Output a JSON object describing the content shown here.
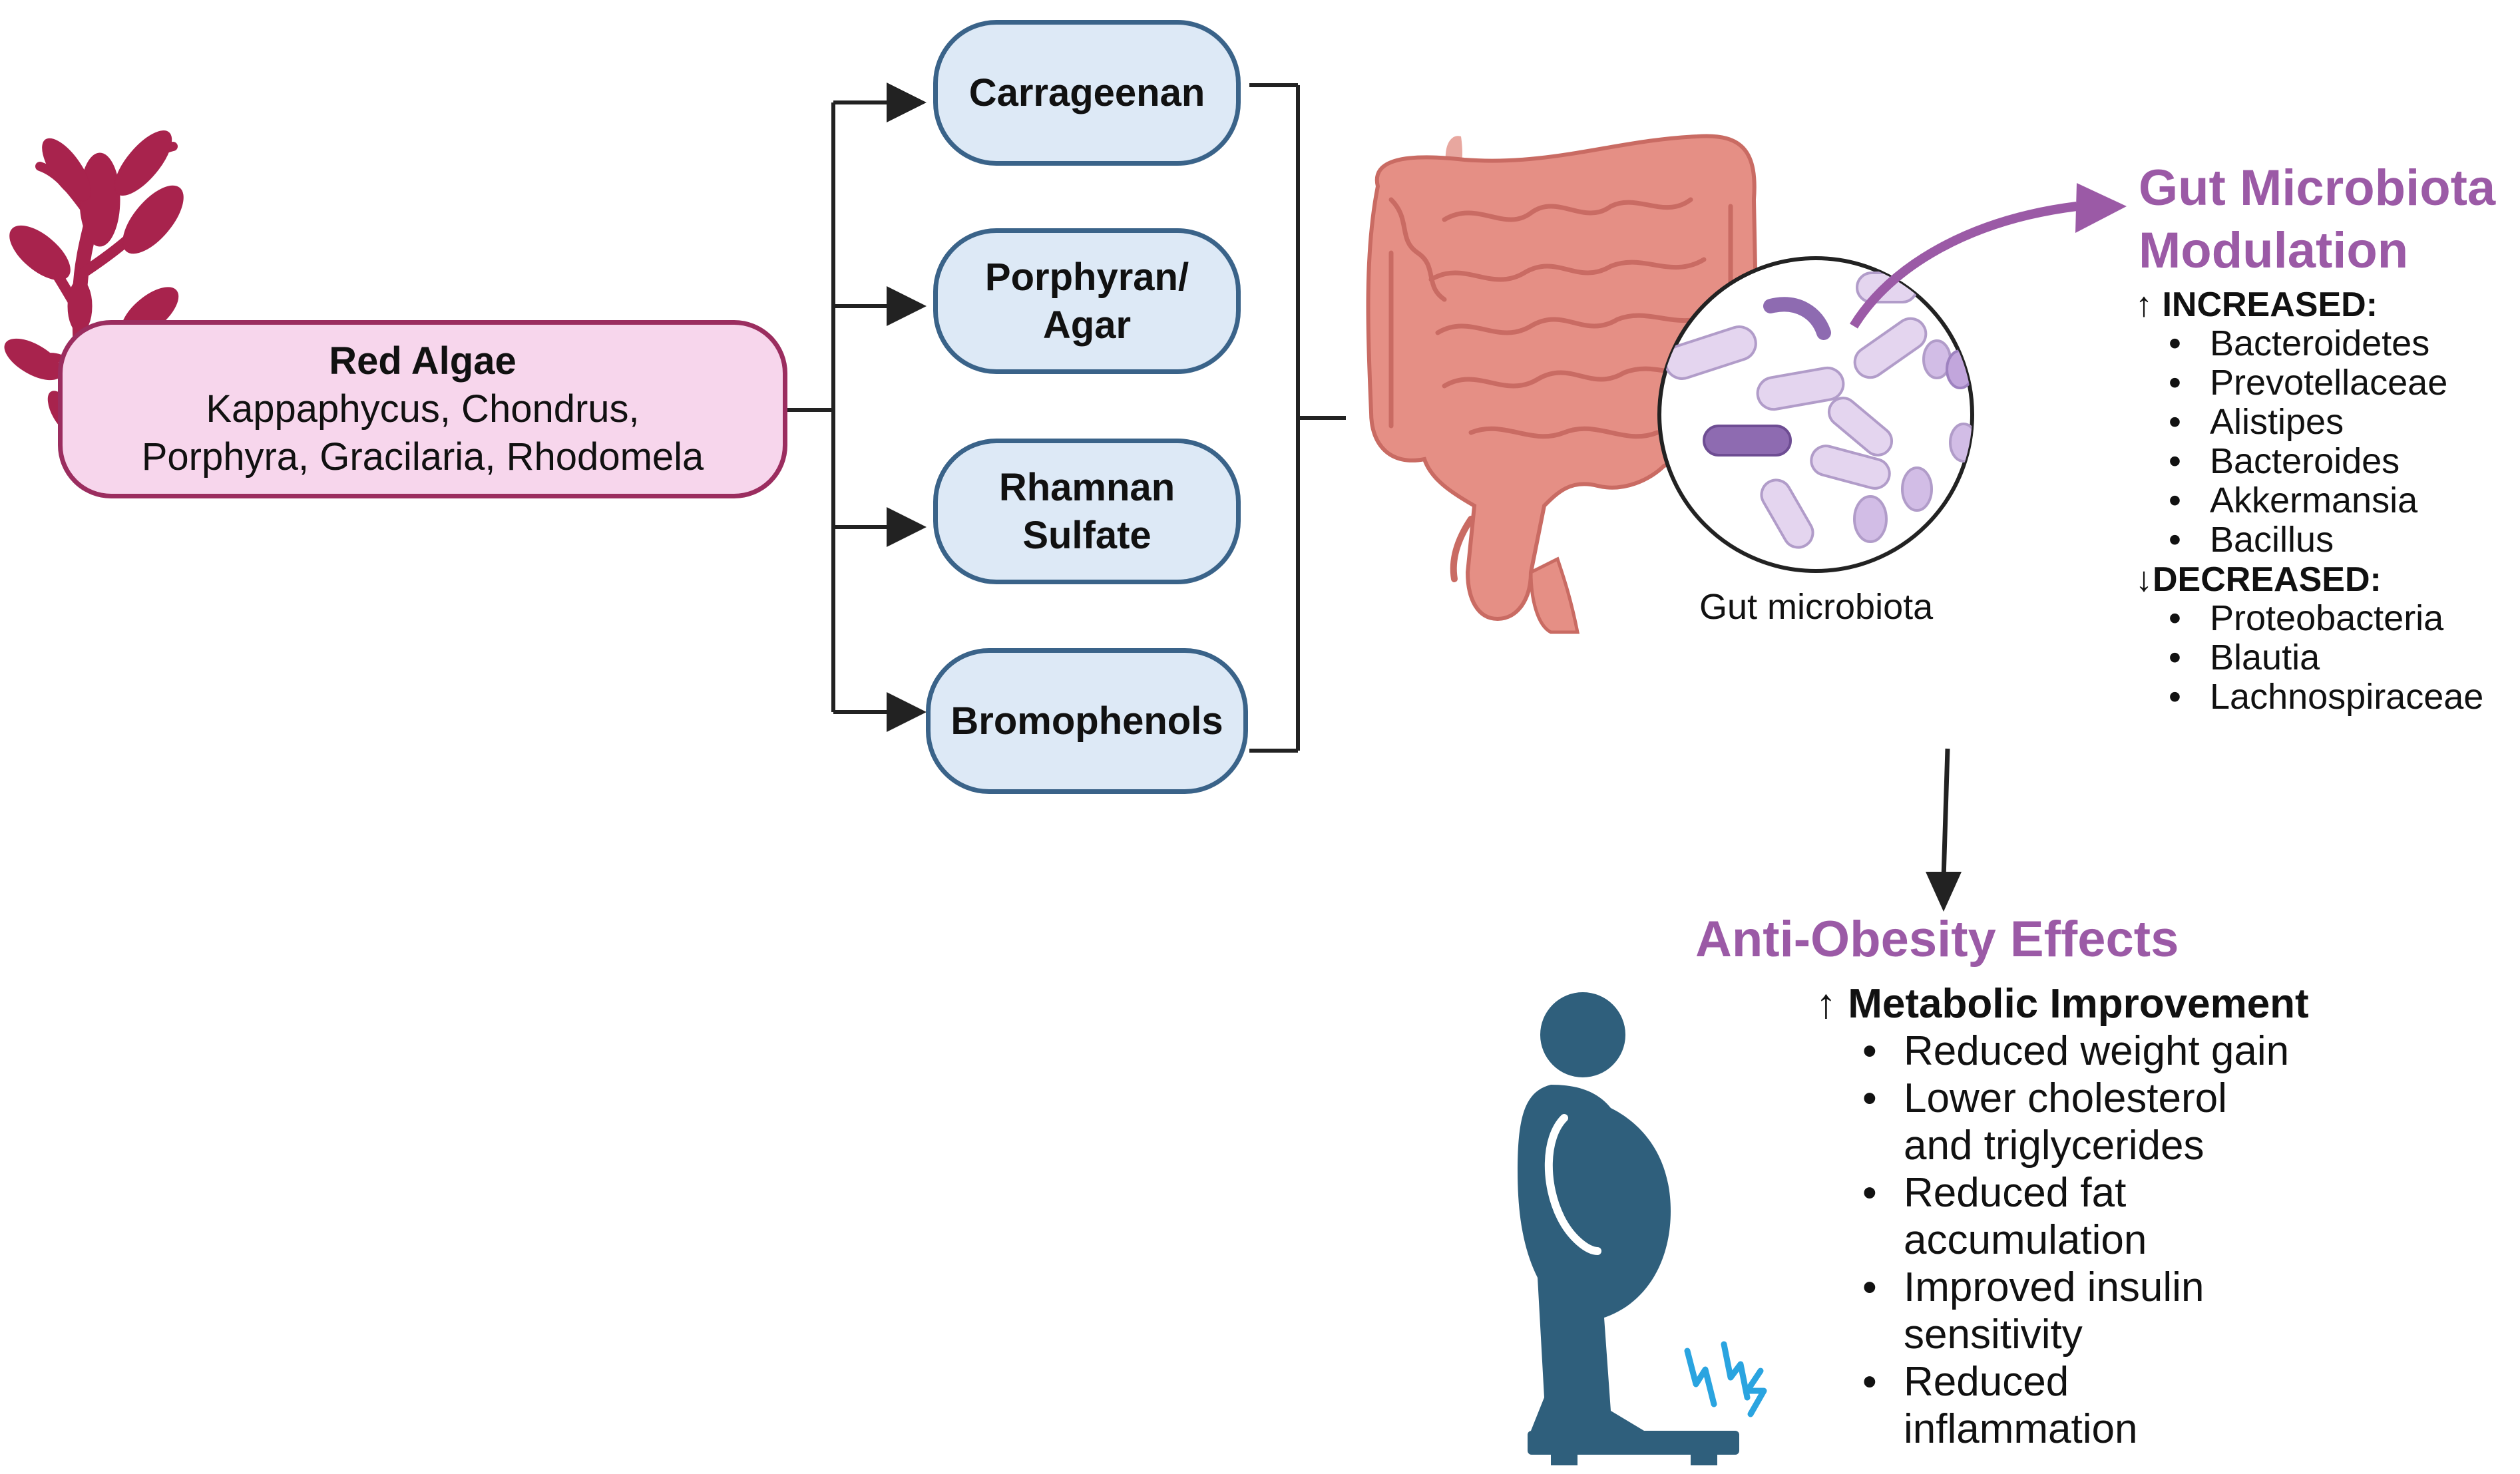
{
  "red_algae": {
    "title": "Red Algae",
    "line1": "Kappaphycus, Chondrus,",
    "line2": "Porphyra, Gracilaria, Rhodomela"
  },
  "polysaccharides": [
    {
      "line1": "Carrageenan",
      "line2": ""
    },
    {
      "line1": "Porphyran/",
      "line2": "Agar"
    },
    {
      "line1": "Rhamnan",
      "line2": "Sulfate"
    },
    {
      "line1": "Bromophenols",
      "line2": ""
    }
  ],
  "gut": {
    "caption": "Gut microbiota"
  },
  "modulation": {
    "title_line1": "Gut Microbiota",
    "title_line2": "Modulation",
    "increased_label": "↑ INCREASED:",
    "increased": [
      "Bacteroidetes",
      "Prevotellaceae",
      "Alistipes",
      "Bacteroides",
      "Akkermansia",
      "Bacillus"
    ],
    "decreased_label": "↓DECREASED:",
    "decreased": [
      "Proteobacteria",
      "Blautia",
      "Lachnospiraceae"
    ]
  },
  "effects": {
    "title": "Anti-Obesity Effects",
    "subtitle": "↑ Metabolic Improvement",
    "items": [
      {
        "line1": "Reduced weight gain",
        "line2": ""
      },
      {
        "line1": "Lower cholesterol",
        "line2": "and triglycerides"
      },
      {
        "line1": "Reduced fat",
        "line2": "accumulation"
      },
      {
        "line1": "Improved insulin",
        "line2": "sensitivity"
      },
      {
        "line1": "Reduced",
        "line2": "inflammation"
      }
    ]
  },
  "colors": {
    "algae": "#9b2d5f",
    "algae_fill": "#f7d6ec",
    "box_border": "#3a6389",
    "box_fill": "#dde9f6",
    "accent_purple": "#9b5aa6",
    "intestine": "#e8938a",
    "person": "#2f5f7c",
    "spark": "#2aa4e0"
  },
  "icons": [
    "seaweed-icon",
    "intestine-icon",
    "bacteria-icon",
    "person-on-scale-icon",
    "lightning-icon"
  ]
}
